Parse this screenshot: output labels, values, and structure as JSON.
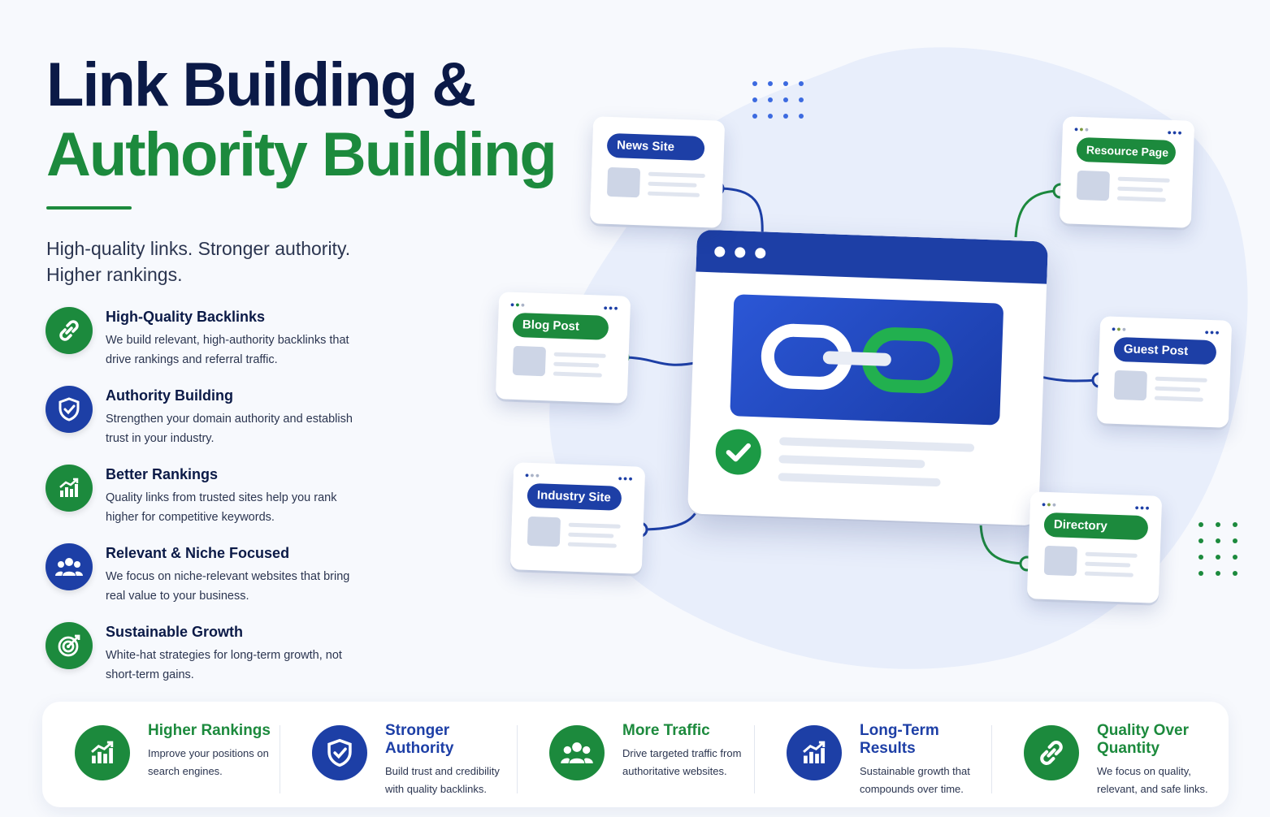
{
  "hero": {
    "title_line1": "Link Building &",
    "title_line2": "Authority Building",
    "tagline": "High-quality links. Stronger authority. Higher rankings."
  },
  "features": [
    {
      "title": "High-Quality Backlinks",
      "desc": "We build relevant, high-authority backlinks that drive rankings and referral traffic.",
      "icon": "chain-link-icon",
      "color": "#1c8a3d"
    },
    {
      "title": "Authority Building",
      "desc": "Strengthen your domain authority and establish trust in your industry.",
      "icon": "shield-check-icon",
      "color": "#1d3fa6"
    },
    {
      "title": "Better Rankings",
      "desc": "Quality links from trusted sites help you rank higher for competitive keywords.",
      "icon": "growth-chart-icon",
      "color": "#1c8a3d"
    },
    {
      "title": "Relevant & Niche Focused",
      "desc": "We focus on niche-relevant websites that bring real value to your business.",
      "icon": "people-group-icon",
      "color": "#1d3fa6"
    },
    {
      "title": "Sustainable Growth",
      "desc": "White-hat strategies for long-term growth, not short-term gains.",
      "icon": "target-icon",
      "color": "#1c8a3d"
    }
  ],
  "diagram": {
    "cards": {
      "news_site": "News Site",
      "blog_post": "Blog Post",
      "industry_site": "Industry Site",
      "resource_page": "Resource Page",
      "guest_post": "Guest Post",
      "directory": "Directory"
    }
  },
  "benefits": [
    {
      "title": "Higher Rankings",
      "desc": "Improve your positions on search engines.",
      "icon": "growth-chart-icon",
      "color": "#1c8a3d"
    },
    {
      "title": "Stronger Authority",
      "desc": "Build trust and credibility with quality backlinks.",
      "icon": "shield-check-icon",
      "color": "#1d3fa6"
    },
    {
      "title": "More Traffic",
      "desc": "Drive targeted traffic from authoritative websites.",
      "icon": "people-group-icon",
      "color": "#1c8a3d"
    },
    {
      "title": "Long-Term Results",
      "desc": "Sustainable growth that compounds over time.",
      "icon": "growth-chart-icon",
      "color": "#1d3fa6"
    },
    {
      "title": "Quality Over Quantity",
      "desc": "We focus on quality, relevant, and safe links.",
      "icon": "chain-link-icon",
      "color": "#1c8a3d"
    }
  ],
  "colors": {
    "brand_green": "#1c8a3d",
    "brand_blue": "#1d3fa6",
    "navy": "#0b1a47"
  }
}
